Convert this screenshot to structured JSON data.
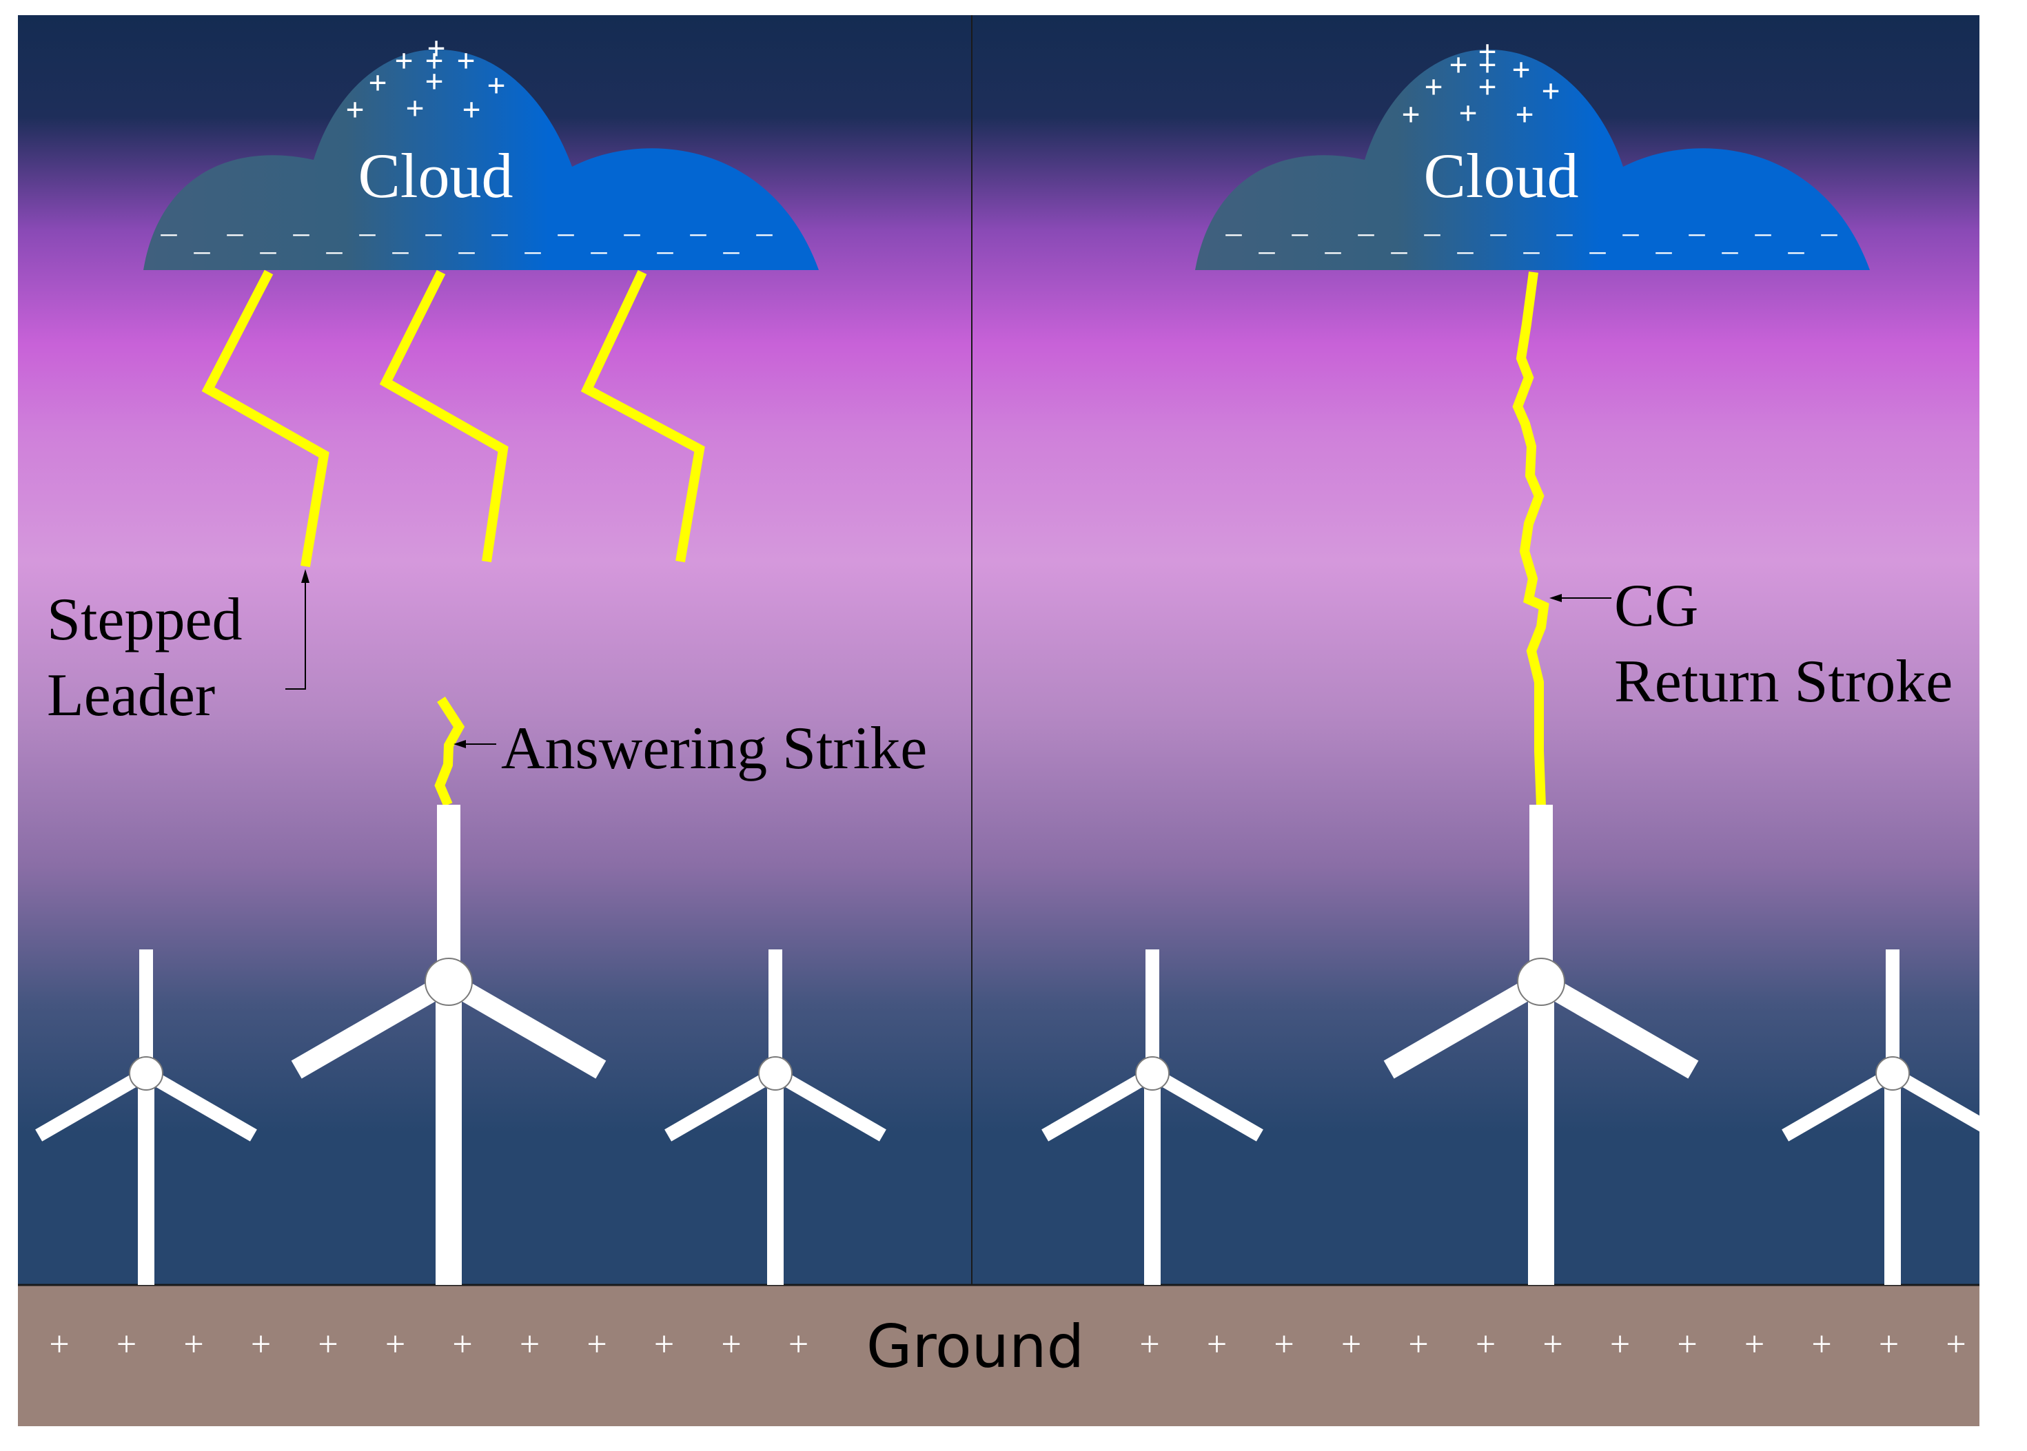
{
  "colors": {
    "sky_top": "#142c52",
    "sky_band": "#c862d8",
    "sky_light": "#d598dc",
    "sky_bottom": "#27466e",
    "ground": "#9a8279",
    "cloud_left": "#40607e",
    "cloud_right": "#0366d2",
    "lightning": "#ffff00",
    "turbine": "#ffffff",
    "label_text": "#000000"
  },
  "left_panel": {
    "cloud_label": "Cloud",
    "stepped_leader_label_line1": "Stepped",
    "stepped_leader_label_line2": "Leader",
    "answering_strike_label": "Answering Strike"
  },
  "right_panel": {
    "cloud_label": "Cloud",
    "return_stroke_label_line1": "CG",
    "return_stroke_label_line2": "Return Stroke"
  },
  "ground": {
    "label": "Ground",
    "charge_symbol": "+"
  },
  "cloud_charges": {
    "positive_symbol": "+",
    "negative_symbol": "–"
  }
}
